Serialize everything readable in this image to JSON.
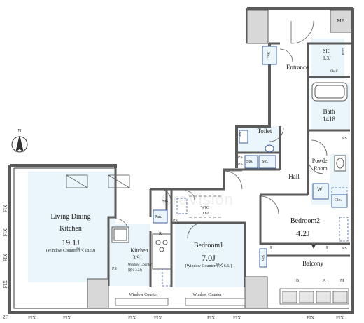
{
  "rooms": {
    "living": {
      "name1": "Living Dining",
      "name2": "Kitchen",
      "area": "19.1J",
      "note": "(Window Counter除く18.5J)"
    },
    "kitchen": {
      "name": "Kitchen",
      "area": "3.9J",
      "note1": "(Window Counter",
      "note2": "除く3.2J)"
    },
    "bedroom1": {
      "name": "Bedroom1",
      "area": "7.0J",
      "note": "(Window Counter除く6.6J)"
    },
    "bedroom2": {
      "name": "Bedroom2",
      "area": "4.2J"
    },
    "hall": {
      "name": "Hall"
    },
    "entrance": {
      "name": "Entrance"
    },
    "bath": {
      "name": "Bath",
      "size": "1418"
    },
    "powder": {
      "name1": "Powder",
      "name2": "Room"
    },
    "toilet": {
      "name": "Toilet"
    },
    "balcony": {
      "name": "Balcony"
    },
    "sic": {
      "name": "SIC",
      "area": "1.3J",
      "shelf": "Shelf"
    },
    "mb": {
      "name": "MB"
    },
    "wic": {
      "name": "WIC",
      "area": "0.8J"
    }
  },
  "tags": {
    "sto": "Sto.",
    "ps": "PS",
    "pan": "Pan.",
    "r": "R",
    "w": "W",
    "clo": "Clo.",
    "p": "P",
    "b": "B",
    "a": "A",
    "m": "M",
    "fix": "FIX",
    "window_counter": "Window Counter",
    "floor": "2F",
    "north": "N"
  },
  "watermark": "CreVision",
  "colors": {
    "wall": "#5a5a5a",
    "fill": "#eaf6fb",
    "fixture": "#3f5f9c"
  }
}
